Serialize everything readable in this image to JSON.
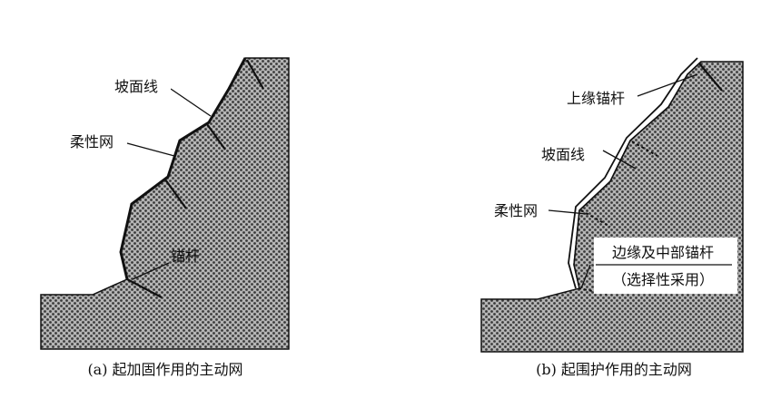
{
  "panel_a": {
    "label_slope_line": "坡面线",
    "label_flexible_net": "柔性网",
    "label_anchor": "锚杆",
    "caption": "(a) 起加固作用的主动网"
  },
  "panel_b": {
    "label_upper_anchor": "上缘锚杆",
    "label_slope_line": "坡面线",
    "label_flexible_net": "柔性网",
    "label_edge_middle_anchor": "边缘及中部锚杆",
    "label_optional": "（选择性采用）",
    "caption": "(b) 起围护作用的主动网"
  },
  "colors": {
    "rock": "#9c9c9c",
    "line": "#111111",
    "background": "#ffffff"
  }
}
